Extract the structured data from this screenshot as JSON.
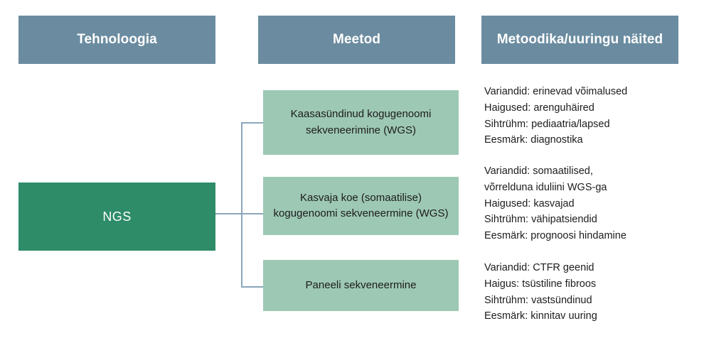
{
  "colors": {
    "header_bg": "#6b8ca0",
    "root_bg": "#2e8c69",
    "method_bg": "#9dc8b4",
    "connector": "#8ba6bb",
    "header_text": "#ffffff",
    "body_text": "#1c1c1c",
    "page_bg": "#ffffff"
  },
  "headers": [
    {
      "label": "Tehnoloogia"
    },
    {
      "label": "Meetod"
    },
    {
      "label": "Metoodika/uuringu näited"
    }
  ],
  "root": {
    "label": "NGS"
  },
  "methods": [
    {
      "label": "Kaasasündinud kogugenoomi sekveneerimine (WGS)"
    },
    {
      "label": "Kasvaja koe (somaatilise) kogugenoomi sekveneermine (WGS)"
    },
    {
      "label": "Paneeli sekveneermine"
    }
  ],
  "notes": [
    {
      "lines": [
        "Variandid: erinevad võimalused",
        "Haigused: arenguhäired",
        "Sihtrühm: pediaatria/lapsed",
        "Eesmärk: diagnostika"
      ]
    },
    {
      "lines": [
        "Variandid: somaatilised,",
        "võrrelduna iduliini WGS-ga",
        "Haigused: kasvajad",
        "Sihtrühm: vähipatsiendid",
        "Eesmärk: prognoosi hindamine"
      ]
    },
    {
      "lines": [
        "Variandid: CTFR geenid",
        "Haigus: tsüstiline fibroos",
        "Sihtrühm: vastsündinud",
        "Eesmärk: kinnitav uuring"
      ]
    }
  ]
}
